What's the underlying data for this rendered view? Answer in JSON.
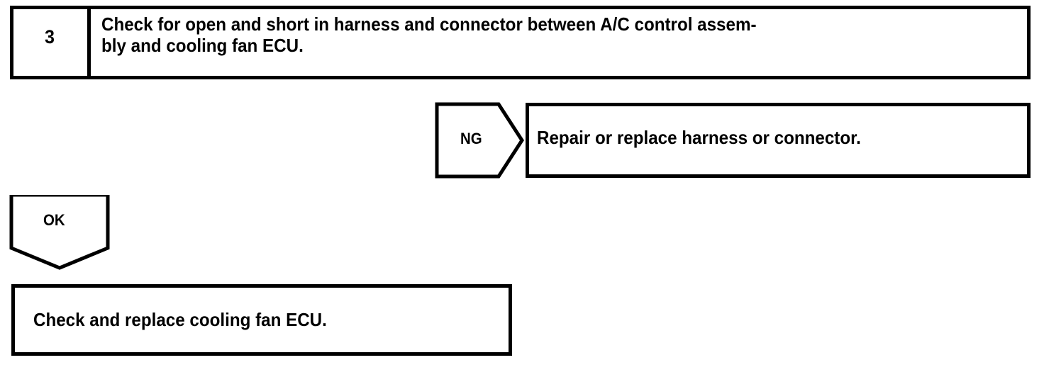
{
  "diagram": {
    "type": "troubleshooting-flowchart",
    "colors": {
      "ink": "#000000",
      "paper": "#ffffff"
    },
    "step": {
      "number": "3",
      "instruction_line_1": "Check for open and short in harness and connector between A/C control assem-",
      "instruction_line_2": "bly and cooling fan ECU."
    },
    "branches": [
      {
        "label": "NG",
        "direction": "right",
        "result": "Repair or replace harness or connector."
      },
      {
        "label": "OK",
        "direction": "down",
        "result": "Check and replace cooling fan ECU."
      }
    ],
    "ng_branch": {
      "label": "NG",
      "result_text": "Repair or replace harness or connector."
    },
    "ok_branch": {
      "label": "OK",
      "result_text": "Check and replace cooling fan ECU."
    }
  }
}
